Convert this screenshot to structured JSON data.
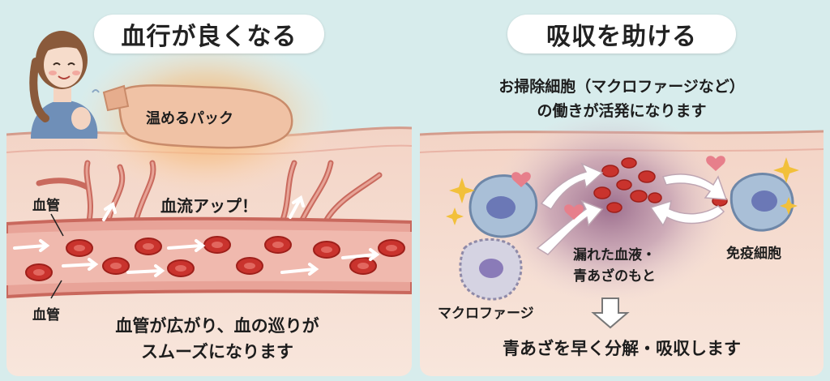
{
  "left": {
    "title": "血行が良くなる",
    "pack_label": "温めるパック",
    "flow_label": "血流アップ！",
    "vessel_label_top": "血管",
    "vessel_label_bottom": "血管",
    "caption_line1": "血管が広がり、血の巡りが",
    "caption_line2": "スムーズになります"
  },
  "right": {
    "title": "吸収を助ける",
    "subtitle_line1": "お掃除細胞（マクロファージなど）",
    "subtitle_line2": "の働きが活発になります",
    "leak_label_line1": "漏れた血液・",
    "leak_label_line2": "青あざのもと",
    "immune_label": "免疫細胞",
    "macrophage_label": "マクロファージ",
    "caption": "青あざを早く分解・吸収します"
  },
  "colors": {
    "background": "#d7ecec",
    "skin": "#f6e1d6",
    "vessel": "#e59a90",
    "blood_cell": "#c9332d",
    "heat_glow": "#f7a04a",
    "immune_cell": "#a9bfd7"
  }
}
